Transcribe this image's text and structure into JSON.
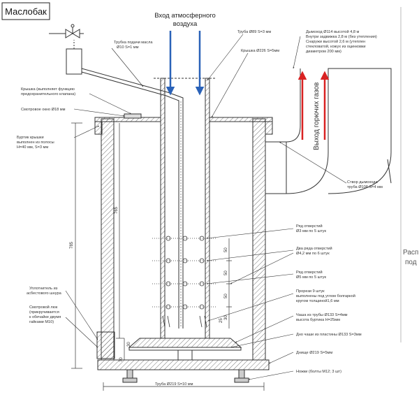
{
  "title_box": "Маслобак",
  "air_inlet": [
    "Вход атмосферного",
    "воздуха"
  ],
  "flue_gas": "Выход горючих газов",
  "labels": {
    "oil_pipe": [
      "Трубка подачи масла",
      "Ø10 S=1 мм"
    ],
    "pipe89": "Труба Ø89 S=3 мм",
    "lid226": "Крышка Ø226 S=5мм",
    "chimney": [
      "Дымоход Ø114 высотой 4,8 м",
      "Внутри задвижка 2,8 м (без утепления)",
      "Снаружи высотой 2,6 м (утеплен",
      "стекловатой, кожух из оцинковки",
      "диаметром 200 мм)"
    ],
    "lid_note": [
      "Крышка (выполняет функцию",
      "предохранительного клапана)"
    ],
    "sight_window": "Смотровое окно Ø18 мм",
    "lid_collar": [
      "Буртик крышки",
      "выполнен из полосы",
      "H=40 мм, S=3 мм"
    ],
    "stub": [
      "Створ дымохода",
      "труба Ø108 S=4 мм"
    ],
    "holes3": [
      "Ряд отверстий",
      "Ø3 мм по 5 штук"
    ],
    "holes4": [
      "Два ряда отверстий",
      "Ø4,2 мм по 6 штук"
    ],
    "holes5": [
      "Ряд отверстий",
      "Ø5 мм по 5 штук"
    ],
    "slots": [
      "Прорези 9 штук",
      "выполнены под углом болгаркой",
      "кругом толщиной1,6 мм"
    ],
    "gasket": [
      "Уплотнитель из",
      "асбестового шнура"
    ],
    "hatch": [
      "Смотровой люк",
      "(прикручивается",
      "к обечайке двумя",
      "гайками М10)"
    ],
    "bowl": [
      "Чаша из трубы Ø133 S=4мм",
      "высота буртика H=25мм"
    ],
    "bowl_bottom": "Дно чаши из пластины Ø133 S=3мм",
    "bottom": "Днище Ø219 S=5мм",
    "legs": "Ножки (болты М12; 3 шт)",
    "body_pipe": "Труба Ø219 S=10 мм"
  },
  "dims": {
    "d765": "765",
    "d785": "785",
    "d50a": "50",
    "d50b": "50",
    "d50c": "50",
    "d30": "30",
    "d30b": "30",
    "d70": "70",
    "d25": "25"
  },
  "side_text": [
    "Расп",
    "под"
  ],
  "colors": {
    "arrow_blue": "#2a62b8",
    "arrow_red": "#d92222",
    "hatch": "#555555",
    "line": "#333333"
  }
}
